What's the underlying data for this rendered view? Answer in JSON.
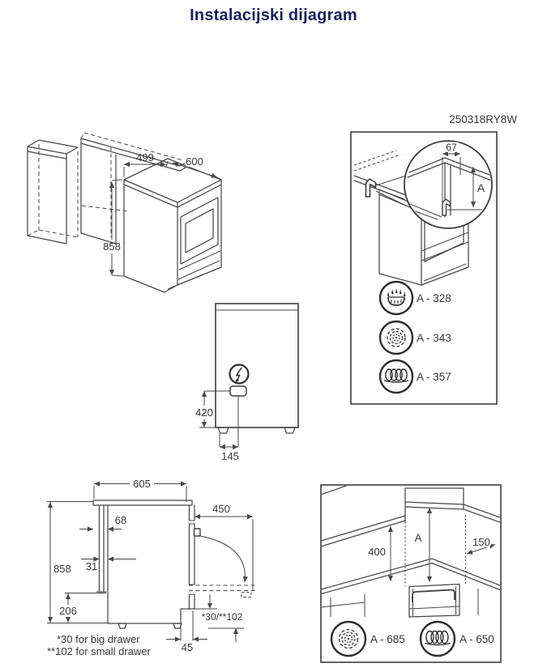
{
  "title": "Instalacijski dijagram",
  "model_code": "250318RY8W",
  "colors": {
    "title": "#1c1e5c",
    "line": "#474747",
    "text": "#363636"
  },
  "iso_view": {
    "dim_depth": "499",
    "dim_width": "600",
    "dim_height": "858"
  },
  "wall_clearance_box": {
    "detail_dim": "67",
    "detail_height": "A",
    "legend": [
      {
        "icon": "gas-burner-icon",
        "label": "A - 328"
      },
      {
        "icon": "radiant-icon",
        "label": "A - 343"
      },
      {
        "icon": "coil-icon",
        "label": "A - 357"
      }
    ]
  },
  "rear_view": {
    "dim_height": "420",
    "dim_offset": "145"
  },
  "side_view": {
    "dim_depth": "605",
    "dim_top_gap": "68",
    "dim_back_gap": "31",
    "dim_height": "858",
    "dim_bottom": "206",
    "dim_door_open": "450",
    "dim_drawer_gap": "*30/**102",
    "dim_plinth": "45",
    "note_line1": "*30 for big drawer",
    "note_line2": "**102 for small drawer"
  },
  "niche_box": {
    "dim_left": "400",
    "dim_center": "A",
    "dim_right": "150",
    "legend": [
      {
        "icon": "radiant-icon",
        "label": "A - 685"
      },
      {
        "icon": "coil-icon",
        "label": "A - 650"
      }
    ]
  }
}
